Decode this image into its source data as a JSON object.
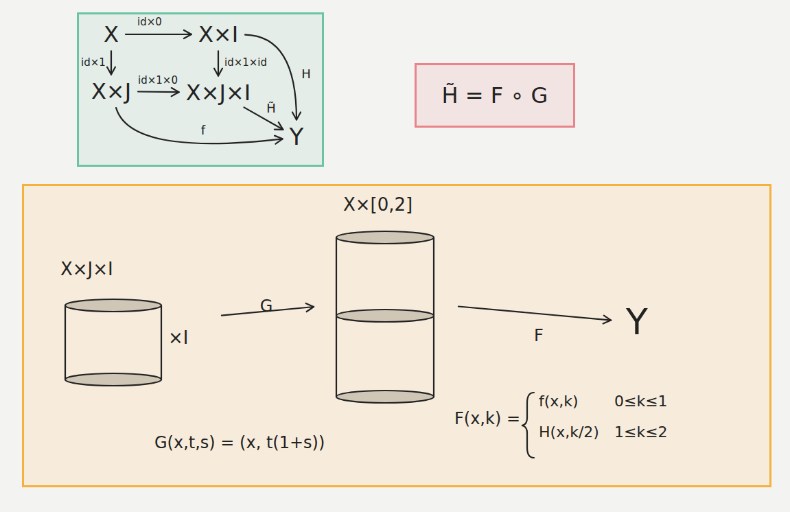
{
  "diagram": {
    "nodes": [
      {
        "text": []
      },
      {
        "text": [
          "X"
        ],
        "in": 0
      },
      {
        "text": [
          "X×I"
        ],
        "in": 0
      },
      {
        "text": [
          "X×J"
        ],
        "in": 0
      },
      {
        "text": [
          "X×J×I"
        ],
        "in": 0
      },
      {
        "text": [
          "Y"
        ],
        "in": 0
      },
      {
        "text": [
          "H̃ = F ∘ G"
        ]
      },
      {
        "text": []
      },
      {
        "text": [
          "X×J×I",
          "×I"
        ],
        "in": 7
      },
      {
        "text": [
          "X×[0,2]"
        ],
        "in": 7
      },
      {
        "text": [
          "Y"
        ],
        "in": 7
      }
    ],
    "edges": [
      {
        "from": 1,
        "to": 2,
        "label": "id×0",
        "arrow": "to"
      },
      {
        "from": 1,
        "to": 3,
        "label": "id×1",
        "arrow": "to"
      },
      {
        "from": 2,
        "to": 4,
        "label": "id×1×id",
        "arrow": "to"
      },
      {
        "from": 3,
        "to": 4,
        "label": "id×1×0",
        "arrow": "to"
      },
      {
        "from": 2,
        "to": 5,
        "label": "H",
        "arrow": "to"
      },
      {
        "from": 4,
        "to": 5,
        "label": "H̃",
        "arrow": "to"
      },
      {
        "from": 3,
        "to": 5,
        "label": "f",
        "arrow": "to"
      },
      {
        "from": 8,
        "to": 9,
        "label": "G",
        "arrow": "to"
      },
      {
        "from": 9,
        "to": 10,
        "label": "F",
        "arrow": "to"
      }
    ],
    "labels": [
      "G(x,t,s) = (x, t(1+s))",
      "F(x,k) =",
      "f(x,k)",
      "0≤k≤1",
      "H(x,k/2)",
      "1≤k≤2"
    ]
  }
}
